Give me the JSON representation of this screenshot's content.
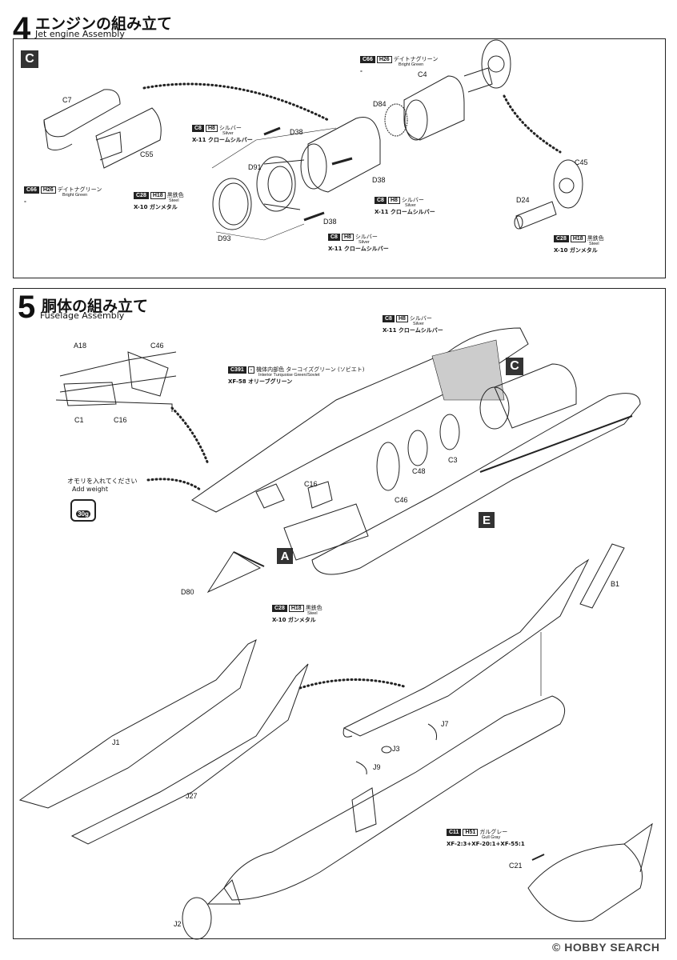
{
  "step4": {
    "number": "4",
    "title_jp": "エンジンの組み立て",
    "title_en": "Jet engine Assembly",
    "sub_label": "C",
    "parts": {
      "c7": "C7",
      "c55": "C55",
      "d91": "D91",
      "d93": "D93",
      "d38a": "D38",
      "d38b": "D38",
      "d38c": "D38",
      "d84": "D84",
      "c4": "C4",
      "c45": "C45",
      "d24": "D24"
    },
    "paint": {
      "green_top": {
        "code_a": "C66",
        "code_b": "H26",
        "jp": "デイトナグリーン",
        "en": "Bright Green",
        "tamiya": "",
        "extra": "-"
      },
      "green_left": {
        "code_a": "C66",
        "code_b": "H26",
        "jp": "デイトナグリーン",
        "en": "Bright Green",
        "tamiya": "",
        "extra": "-"
      },
      "silver_top": {
        "code_a": "C8",
        "code_b": "H8",
        "jp": "シルバー",
        "en": "Silver",
        "tamiya": "X-11 クロームシルバー"
      },
      "steel_left": {
        "code_a": "C28",
        "code_b": "H18",
        "jp": "黒鉄色",
        "en": "Steel",
        "tamiya": "X-10 ガンメタル"
      },
      "silver_mid": {
        "code_a": "C8",
        "code_b": "H8",
        "jp": "シルバー",
        "en": "Silver",
        "tamiya": "X-11 クロームシルバー"
      },
      "silver_bottom": {
        "code_a": "C8",
        "code_b": "H8",
        "jp": "シルバー",
        "en": "Silver",
        "tamiya": "X-11 クロームシルバー"
      },
      "steel_right": {
        "code_a": "C28",
        "code_b": "H18",
        "jp": "黒鉄色",
        "en": "Steel",
        "tamiya": "X-10 ガンメタル"
      }
    }
  },
  "step5": {
    "number": "5",
    "title_jp": "胴体の組み立て",
    "title_en": "Fuselage Assembly",
    "sub_c": "C",
    "sub_a": "A",
    "sub_e": "E",
    "parts": {
      "a18": "A18",
      "c46a": "C46",
      "c1": "C1",
      "c16a": "C16",
      "c16b": "C16",
      "c48": "C48",
      "c3": "C3",
      "c46b": "C46",
      "d80": "D80",
      "b1": "B1",
      "j1": "J1",
      "j27": "J27",
      "j3": "J3",
      "j7": "J7",
      "j9": "J9",
      "c21": "C21",
      "j2": "J2"
    },
    "weight_note_jp": "オモリを入れてください",
    "weight_note_en": "Add weight",
    "weight_value": "30g",
    "paint": {
      "silver": {
        "code_a": "C8",
        "code_b": "H8",
        "jp": "シルバー",
        "en": "Silver",
        "tamiya": "X-11 クロームシルバー"
      },
      "interior": {
        "code_a": "C391",
        "code_b": "-",
        "jp": "機体内部色 ターコイズグリーン (ソビエト)",
        "en": "Interior Turquoise Green/Soviet",
        "tamiya": "XF-58 オリーブグリーン"
      },
      "steel": {
        "code_a": "C28",
        "code_b": "H18",
        "jp": "黒鉄色",
        "en": "Steel",
        "tamiya": "X-10 ガンメタル"
      },
      "gull": {
        "code_a": "C11",
        "code_b": "H51",
        "jp": "ガルグレー",
        "en": "Gull Gray",
        "tamiya": "XF-2:3+XF-20:1+XF-55:1"
      }
    }
  },
  "watermark": "© HOBBY SEARCH"
}
